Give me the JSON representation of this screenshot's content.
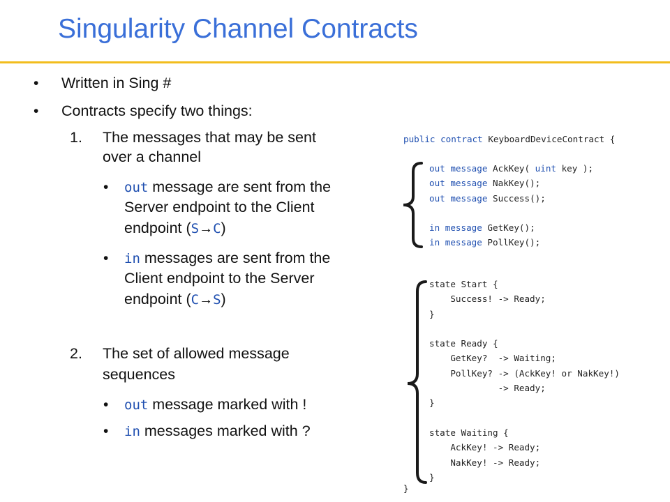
{
  "slide": {
    "title": "Singularity Channel Contracts",
    "accent_color": "#3a6fd8",
    "rule_color": "#f2bd1d",
    "bullet_char": "•",
    "b1": "Written in Sing #",
    "b2": "Contracts specify two things:",
    "n1": {
      "number": "1.",
      "line1": "The messages that may be sent",
      "line2": "over a channel",
      "s1": {
        "kw": "out",
        "line1": " message are sent from the",
        "line2": "Server endpoint to the Client",
        "line3_pre": "endpoint (",
        "from": "S",
        "arrow": "→",
        "to": "C",
        "close": ")"
      },
      "s2": {
        "kw": "in",
        "line1": " messages are sent from the",
        "line2": "Client endpoint to the Server",
        "line3_pre": "endpoint (",
        "from": "C",
        "arrow": "→",
        "to": "S",
        "close": ")"
      }
    },
    "n2": {
      "number": "2.",
      "line1": "The set of allowed message",
      "line2": "sequences",
      "s1": {
        "kw": "out",
        "text": " message marked with ",
        "mark": "!"
      },
      "s2": {
        "kw": "in",
        "text": " messages marked with ",
        "mark": "?"
      }
    }
  },
  "code": {
    "header": {
      "kw": "public contract",
      "text": " KeyboardDeviceContract {"
    },
    "messages": [
      {
        "kw": "out message",
        "text": " AckKey( ",
        "kw2": "uint",
        "text2": " key );"
      },
      {
        "kw": "out message",
        "text": " NakKey();",
        "kw2": "",
        "text2": ""
      },
      {
        "kw": "out message",
        "text": " Success();",
        "kw2": "",
        "text2": ""
      },
      {
        "kw": "",
        "text": "",
        "kw2": "",
        "text2": ""
      },
      {
        "kw": "in message",
        "text": " GetKey();",
        "kw2": "",
        "text2": ""
      },
      {
        "kw": "in message",
        "text": " PollKey();",
        "kw2": "",
        "text2": ""
      }
    ],
    "states": [
      "state Start {",
      "    Success! -> Ready;",
      "}",
      "",
      "state Ready {",
      "    GetKey?  -> Waiting;",
      "    PollKey? -> (AckKey! or NakKey!)",
      "             -> Ready;",
      "}",
      "",
      "state Waiting {",
      "    AckKey! -> Ready;",
      "    NakKey! -> Ready;",
      "}"
    ],
    "footer": "}"
  }
}
